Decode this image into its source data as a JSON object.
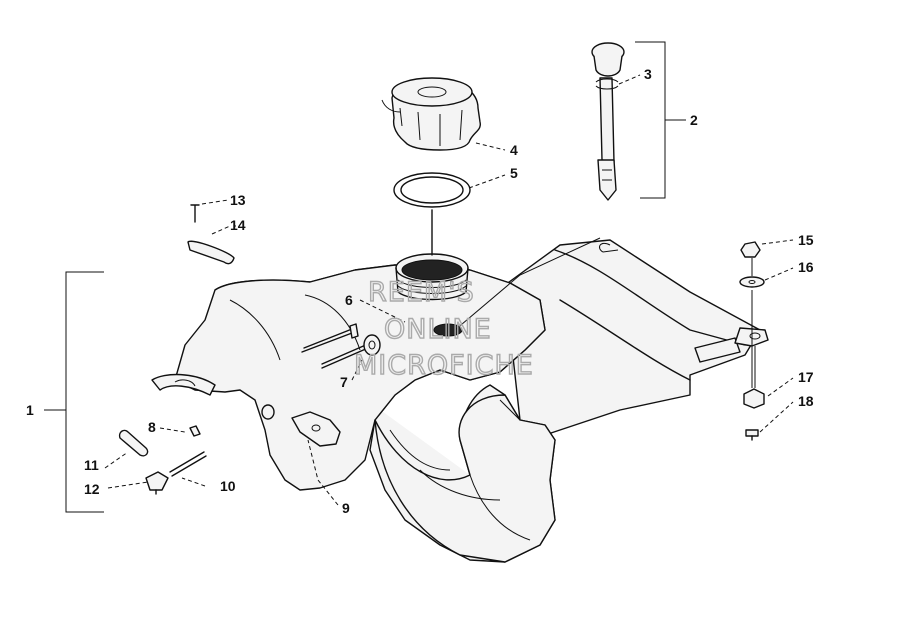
{
  "callouts": {
    "n1": "1",
    "n2": "2",
    "n3": "3",
    "n4": "4",
    "n5": "5",
    "n6": "6",
    "n7": "7",
    "n8": "8",
    "n9": "9",
    "n10": "10",
    "n11": "11",
    "n12": "12",
    "n13": "13",
    "n14": "14",
    "n15": "15",
    "n16": "16",
    "n17": "17",
    "n18": "18"
  },
  "watermark": {
    "line1": "REEM'S",
    "line2": "ONLINE",
    "line3": "MICROFICHE"
  }
}
